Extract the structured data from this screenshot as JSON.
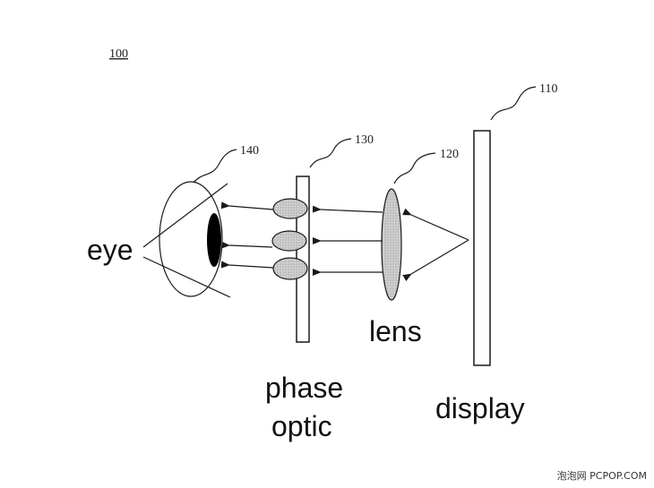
{
  "figure": {
    "id_label": "100",
    "refs": {
      "display": "110",
      "lens": "120",
      "phase_optic": "130",
      "eye": "140"
    },
    "labels": {
      "eye": "eye",
      "lens": "lens",
      "phase_line1": "phase",
      "phase_line2": "optic",
      "display": "display"
    }
  },
  "watermark": "泡泡网 PCPOP.COM",
  "colors": {
    "line": "#1a1a1a",
    "lens_fill": "#c8c8c8",
    "pupil": "#000000",
    "background": "#ffffff"
  }
}
